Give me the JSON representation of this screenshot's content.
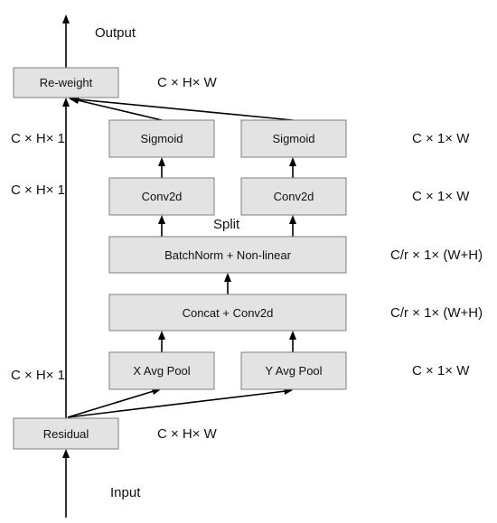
{
  "blocks": {
    "reweight": "Re-weight",
    "sigmoid_left": "Sigmoid",
    "sigmoid_right": "Sigmoid",
    "conv_left": "Conv2d",
    "conv_right": "Conv2d",
    "batchnorm": "BatchNorm + Non-linear",
    "concat": "Concat + Conv2d",
    "xpool": "X Avg Pool",
    "ypool": "Y Avg Pool",
    "residual": "Residual"
  },
  "labels": {
    "output": "Output",
    "input": "Input",
    "split": "Split"
  },
  "dims": {
    "reweight": "C × H× W",
    "residual": "C × H× W",
    "left_top": "C × H× 1",
    "left_mid": "C × H× 1",
    "left_bottom": "C × H× 1",
    "right_sigmoid": "C × 1× W",
    "right_conv": "C × 1× W",
    "right_batchnorm": "C/r × 1× (W+H)",
    "right_concat": "C/r × 1× (W+H)",
    "right_pool": "C × 1× W"
  }
}
